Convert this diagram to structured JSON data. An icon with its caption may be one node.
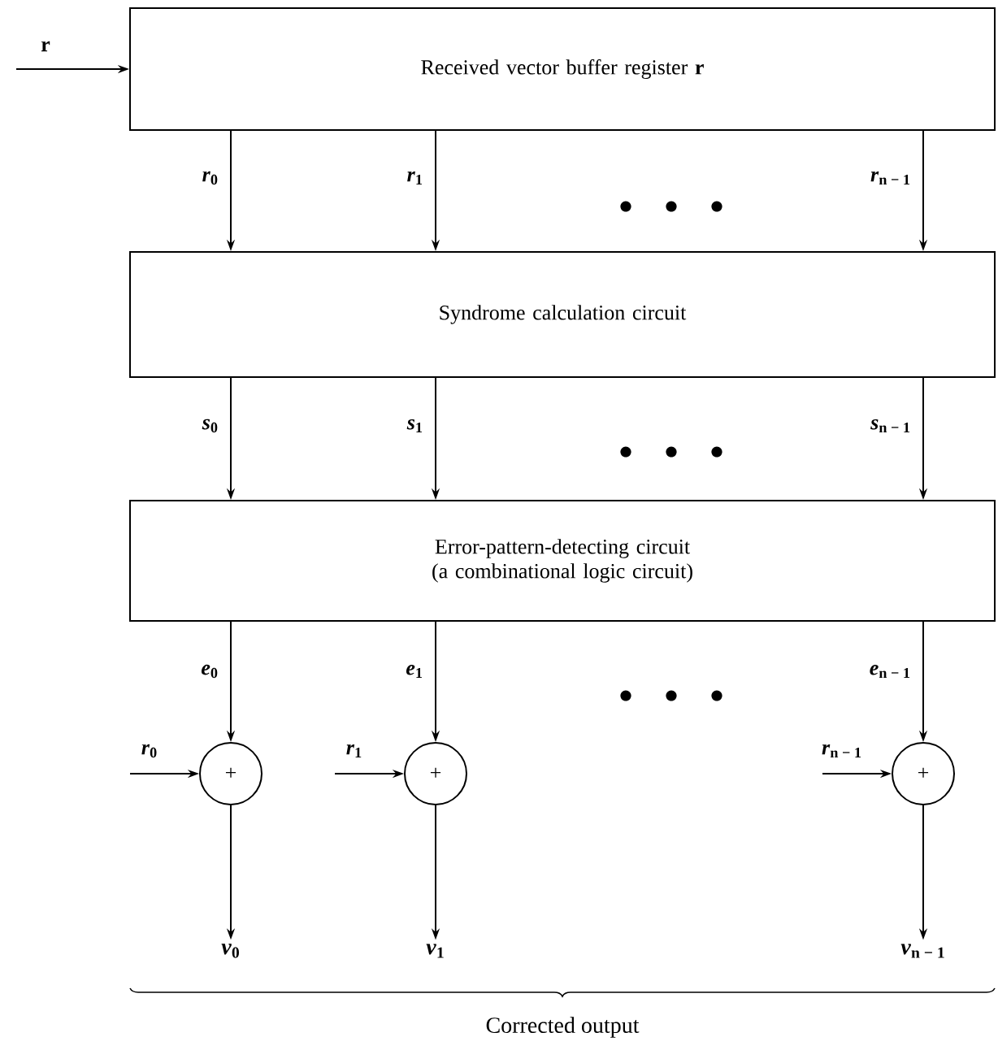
{
  "diagram": {
    "nodes": [
      {
        "text": [
          "Received vector buffer register **r**"
        ]
      },
      {
        "text": [
          "Syndrome calculation circuit"
        ]
      },
      {
        "text": [
          "Error-pattern-detecting circuit (a combinational logic circuit)"
        ]
      },
      {
        "text": [
          "+"
        ]
      },
      {
        "text": [
          "+"
        ]
      },
      {
        "text": [
          "+"
        ]
      },
      {
        "text": [
          "*v*$_{0}$"
        ]
      },
      {
        "text": [
          "*v*$_{1}$"
        ]
      },
      {
        "text": [
          "*v*$_{n − 1}$"
        ]
      }
    ],
    "edges": [
      {
        "from": null,
        "to": 0,
        "arrow": "to",
        "label": "**r**"
      },
      {
        "from": 0,
        "to": 1,
        "arrow": "to",
        "label": "*r*$_{0}$"
      },
      {
        "from": 0,
        "to": 1,
        "arrow": "to",
        "label": "*r*$_{1}$"
      },
      {
        "from": 0,
        "to": 1,
        "arrow": "to",
        "label": "*r*$_{n − 1}$"
      },
      {
        "from": 1,
        "to": 2,
        "arrow": "to",
        "label": "*s*$_{0}$"
      },
      {
        "from": 1,
        "to": 2,
        "arrow": "to",
        "label": "*s*$_{1}$"
      },
      {
        "from": 1,
        "to": 2,
        "arrow": "to",
        "label": "*s*$_{n − 1}$"
      },
      {
        "from": 2,
        "to": 3,
        "arrow": "to",
        "label": "*e*$_{0}$"
      },
      {
        "from": 2,
        "to": 4,
        "arrow": "to",
        "label": "*e*$_{1}$"
      },
      {
        "from": 2,
        "to": 5,
        "arrow": "to",
        "label": "*e*$_{n − 1}$"
      },
      {
        "from": null,
        "to": 3,
        "arrow": "to",
        "label": "*r*$_{0}$"
      },
      {
        "from": null,
        "to": 4,
        "arrow": "to",
        "label": "*r*$_{1}$"
      },
      {
        "from": null,
        "to": 5,
        "arrow": "to",
        "label": "*r*$_{n − 1}$"
      },
      {
        "from": 3,
        "to": 6,
        "arrow": "to"
      },
      {
        "from": 4,
        "to": 7,
        "arrow": "to"
      },
      {
        "from": 5,
        "to": 8,
        "arrow": "to"
      }
    ],
    "labels": [
      "Corrected output"
    ]
  }
}
